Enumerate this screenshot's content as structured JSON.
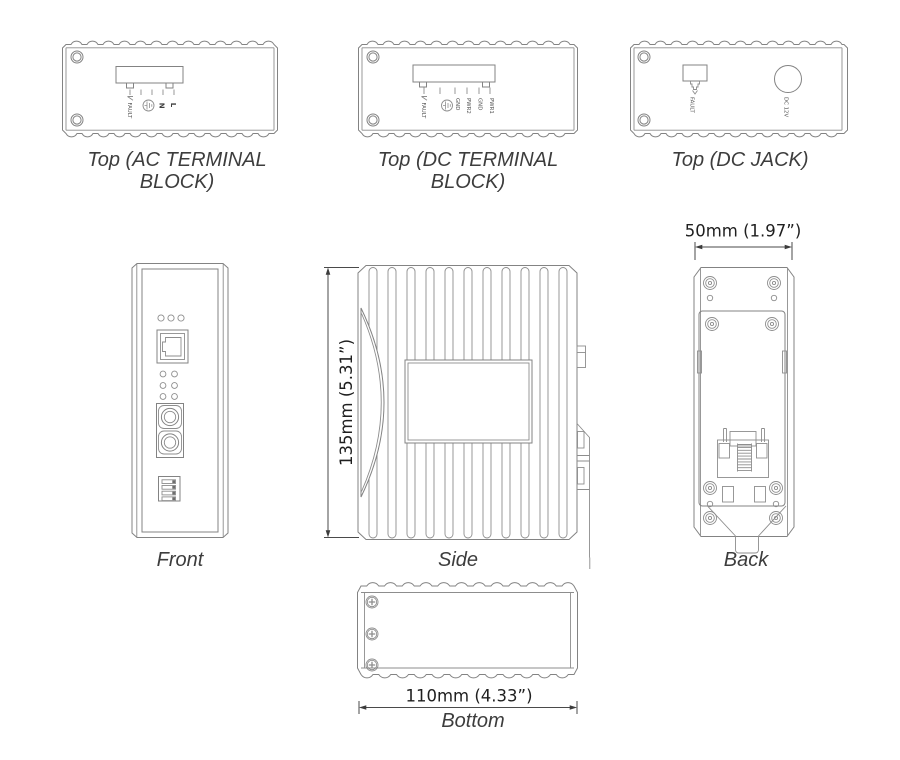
{
  "palette": {
    "line": "#838383",
    "dim_line": "#4a4a4a",
    "caption_text": "#3d3d3d",
    "dim_text": "#1f1f1f",
    "background": "#ffffff"
  },
  "views": {
    "top_ac": {
      "caption": "Top (AC TERMINAL BLOCK)",
      "fault": "FAULT",
      "n": "N",
      "l": "L"
    },
    "top_dc": {
      "caption": "Top (DC TERMINAL BLOCK)",
      "fault": "FAULT",
      "gnd_a": "GND",
      "pwr2": "PWR2",
      "gnd_b": "GND",
      "pwr1": "PWR1"
    },
    "top_jack": {
      "caption": "Top (DC JACK)",
      "fault": "FAULT",
      "dc12v": "DC 12V"
    },
    "front": {
      "caption": "Front"
    },
    "side": {
      "caption": "Side",
      "dim_height": "135mm (5.31”)"
    },
    "back": {
      "caption": "Back",
      "dim_width": "50mm (1.97”)"
    },
    "bottom": {
      "caption": "Bottom",
      "dim_width": "110mm (4.33”)"
    }
  }
}
